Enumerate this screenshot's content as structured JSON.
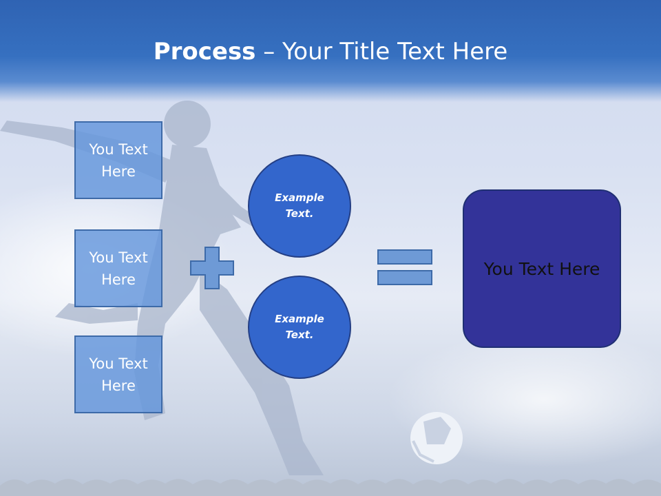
{
  "slide": {
    "title_bold": "Process",
    "title_rest": " – Your Title Text Here",
    "left_boxes": [
      {
        "line1": "You Text",
        "line2": "Here"
      },
      {
        "line1": "You Text",
        "line2": "Here"
      },
      {
        "line1": "You Text",
        "line2": "Here"
      }
    ],
    "circles": [
      {
        "line1": "Example",
        "line2": "Text."
      },
      {
        "line1": "Example",
        "line2": "Text."
      }
    ],
    "result_text": "You Text Here"
  },
  "colors": {
    "header_blue": "#3670c0",
    "box_fill": "#6496dc",
    "circle_fill": "#3366cc",
    "result_fill": "#333399",
    "operator_fill": "#6e9ad6"
  },
  "icons": [
    "plus-icon",
    "equals-icon",
    "player-silhouette",
    "soccer-ball"
  ]
}
